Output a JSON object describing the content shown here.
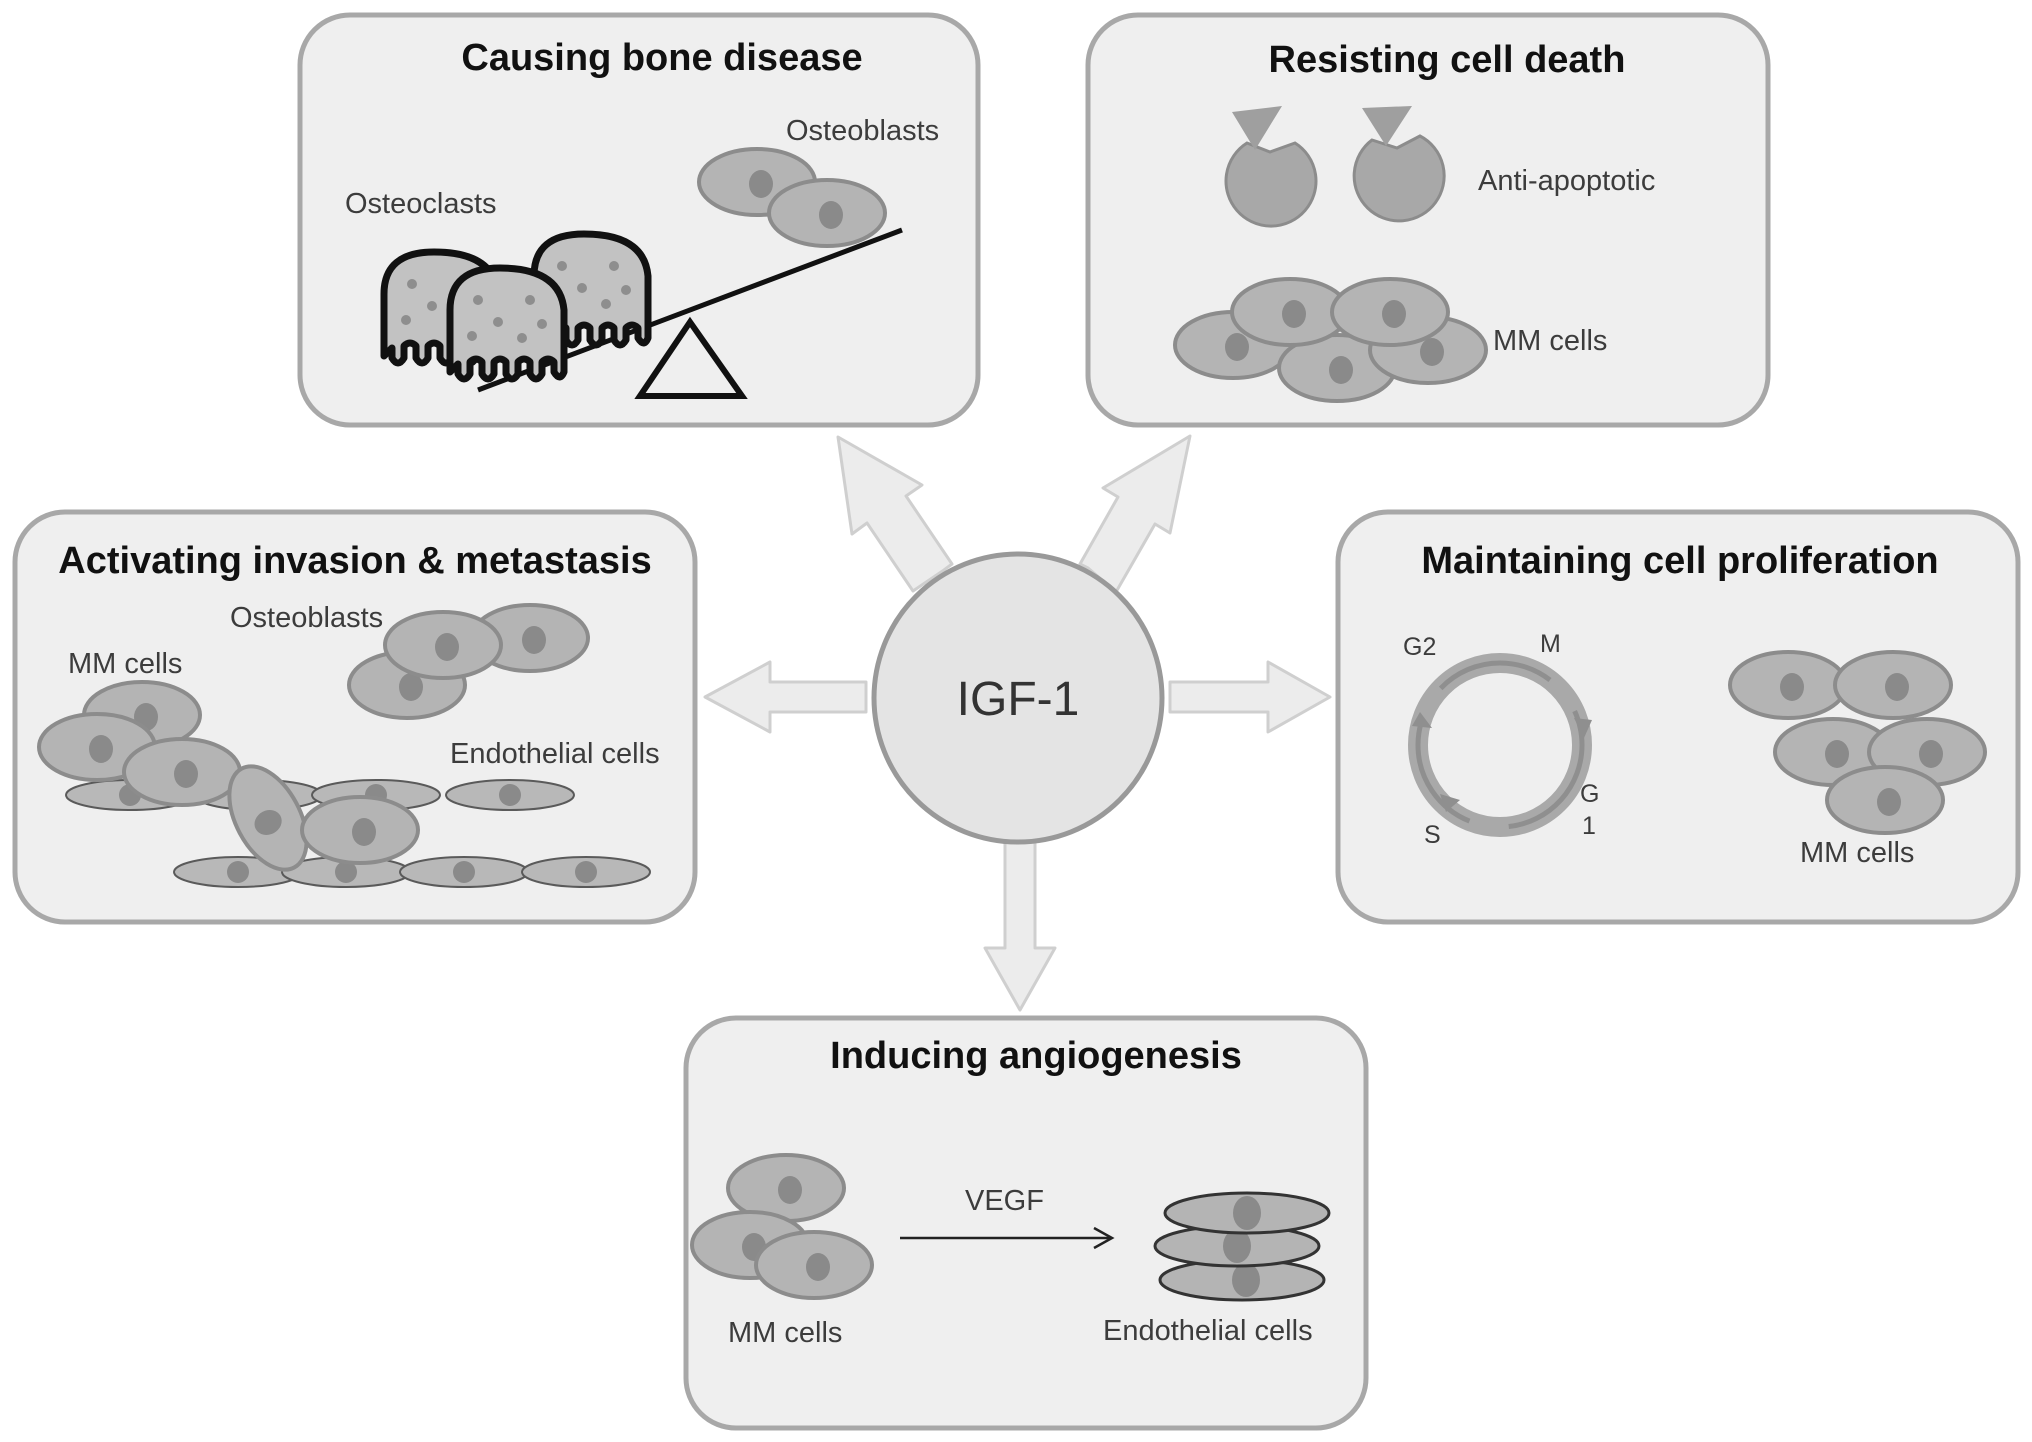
{
  "center": {
    "label": "IGF-1"
  },
  "panels": {
    "bone": {
      "title": "Causing bone disease",
      "osteoblasts": "Osteoblasts",
      "osteoclasts": "Osteoclasts"
    },
    "death": {
      "title": "Resisting  cell death",
      "anti_apoptotic": "Anti-apoptotic",
      "mm_cells": "MM cells"
    },
    "invasion": {
      "title": "Activating invasion & metastasis",
      "osteoblasts": "Osteoblasts",
      "mm_cells": "MM cells",
      "endothelial": "Endothelial cells"
    },
    "proliferation": {
      "title": "Maintaining cell proliferation",
      "g2": "G2",
      "m": "M",
      "g": "G",
      "one": "1",
      "s": "S",
      "mm_cells": "MM cells"
    },
    "angiogenesis": {
      "title": "Inducing angiogenesis",
      "vegf": "VEGF",
      "mm_cells": "MM cells",
      "endothelial": "Endothelial cells"
    }
  },
  "colors": {
    "panel_fill": "#efefef",
    "panel_border": "#a8a8a8",
    "cell_fill": "#b4b4b4",
    "cell_border": "#8c8c8c",
    "nucleus": "#8a8a8a",
    "arrow_fill": "#ececec",
    "arrow_stroke": "#cfcfcf"
  }
}
